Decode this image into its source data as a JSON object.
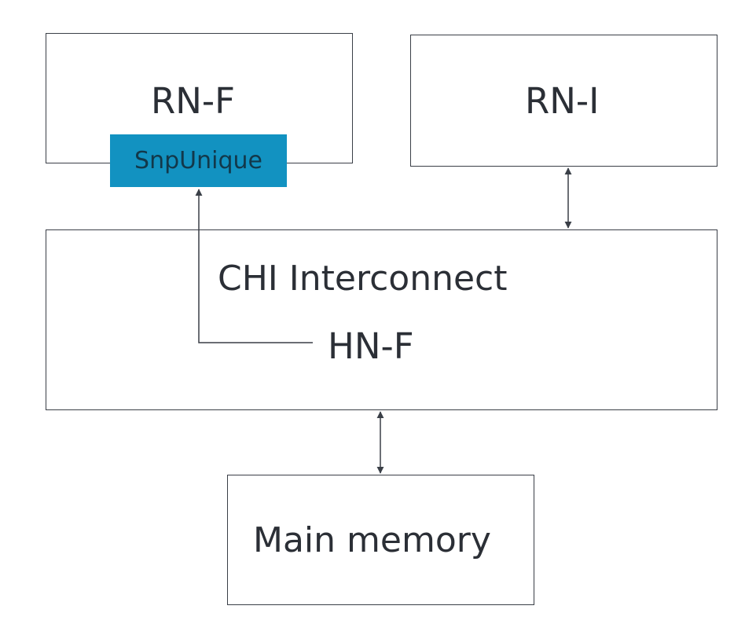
{
  "nodes": {
    "rn_f": "RN-F",
    "rn_i": "RN-I",
    "interconnect": "CHI Interconnect",
    "hn_f": "HN-F",
    "main_memory": "Main memory"
  },
  "snoop": {
    "label": "SnpUnique"
  },
  "colors": {
    "snoop_fill": "#1292c1",
    "stroke": "#3a3f47",
    "text": "#2b2f36",
    "snoop_text": "#12384a"
  }
}
